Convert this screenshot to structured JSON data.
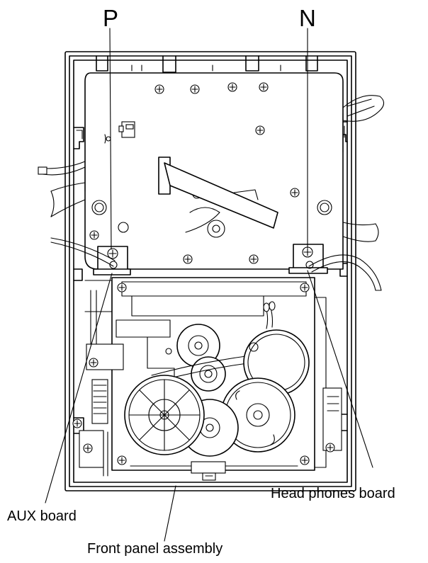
{
  "diagram": {
    "callout_p": "P",
    "callout_n": "N",
    "label_aux_board": "AUX board",
    "label_headphones_board": "Head phones board",
    "label_front_panel": "Front panel assembly"
  }
}
